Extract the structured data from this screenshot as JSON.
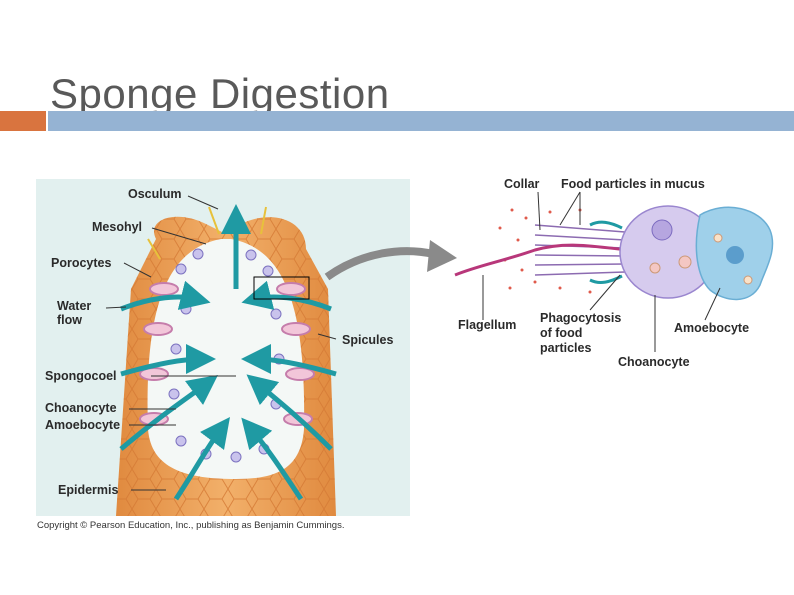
{
  "slide": {
    "title": "Sponge Digestion",
    "accent_orange": "#d9743f",
    "accent_blue": "#95b3d3"
  },
  "left_diagram": {
    "labels": {
      "osculum": "Osculum",
      "mesohyl": "Mesohyl",
      "porocytes": "Porocytes",
      "water_flow_line1": "Water",
      "water_flow_line2": "flow",
      "spicules": "Spicules",
      "spongocoel": "Spongocoel",
      "choanocyte": "Choanocyte",
      "amoebocyte": "Amoebocyte",
      "epidermis": "Epidermis"
    },
    "copyright": "Copyright © Pearson Education, Inc., publishing as Benjamin Cummings."
  },
  "right_diagram": {
    "labels": {
      "collar": "Collar",
      "food_particles": "Food particles in mucus",
      "flagellum": "Flagellum",
      "phagocytosis_line1": "Phagocytosis",
      "phagocytosis_line2": "of food",
      "phagocytosis_line3": "particles",
      "amoebocyte": "Amoebocyte",
      "choanocyte": "Choanocyte"
    }
  },
  "colors": {
    "water_arrow": "#1f9aa3",
    "sponge_orange": "#e9a55d",
    "panel_bg": "#e2f0ef",
    "choanocyte_cell": "#c9c3ec",
    "amoebocyte_cell": "#9fd0ea"
  }
}
